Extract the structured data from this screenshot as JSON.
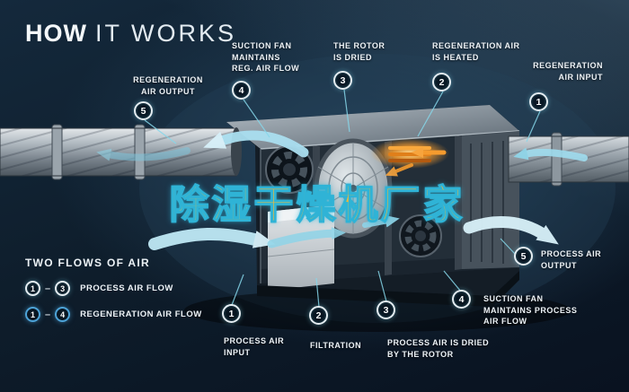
{
  "title": {
    "strong": "HOW",
    "light": "IT WORKS"
  },
  "watermark": {
    "text": "除湿干燥机厂家"
  },
  "callouts": [
    {
      "num": "5",
      "label": "REGENERATION\nAIR OUTPUT"
    },
    {
      "num": "4",
      "label": "SUCTION FAN\nMAINTAINS\nREG. AIR FLOW"
    },
    {
      "num": "3",
      "label": "THE ROTOR\nIS DRIED"
    },
    {
      "num": "2",
      "label": "REGENERATION AIR\nIS HEATED"
    },
    {
      "num": "1",
      "label": "REGENERATION\nAIR INPUT"
    },
    {
      "num": "5",
      "label": "PROCESS AIR\nOUTPUT"
    },
    {
      "num": "4",
      "label": "SUCTION FAN\nMAINTAINS PROCESS\nAIR FLOW"
    },
    {
      "num": "1",
      "label": "PROCESS AIR\nINPUT"
    },
    {
      "num": "2",
      "label": "FILTRATION"
    },
    {
      "num": "3",
      "label": "PROCESS AIR IS DRIED\nBY THE ROTOR"
    }
  ],
  "legend": {
    "title": "TWO FLOWS OF AIR",
    "dash": "–",
    "items": [
      {
        "start": "1",
        "end": "3",
        "label": "PROCESS AIR FLOW"
      },
      {
        "start": "1",
        "end": "4",
        "label": "REGENERATION AIR FLOW"
      }
    ]
  },
  "colors": {
    "background": "#0e1d2b",
    "accent_cyan": "#7fd4e8",
    "flow_light": "#cfeef8",
    "heater_orange": "#f59b2e",
    "badge_border": "#e4edf2",
    "legend_reg_border": "#4da3d8",
    "watermark_fill": "#e9b93c",
    "watermark_outline": "#2fb3d6"
  }
}
